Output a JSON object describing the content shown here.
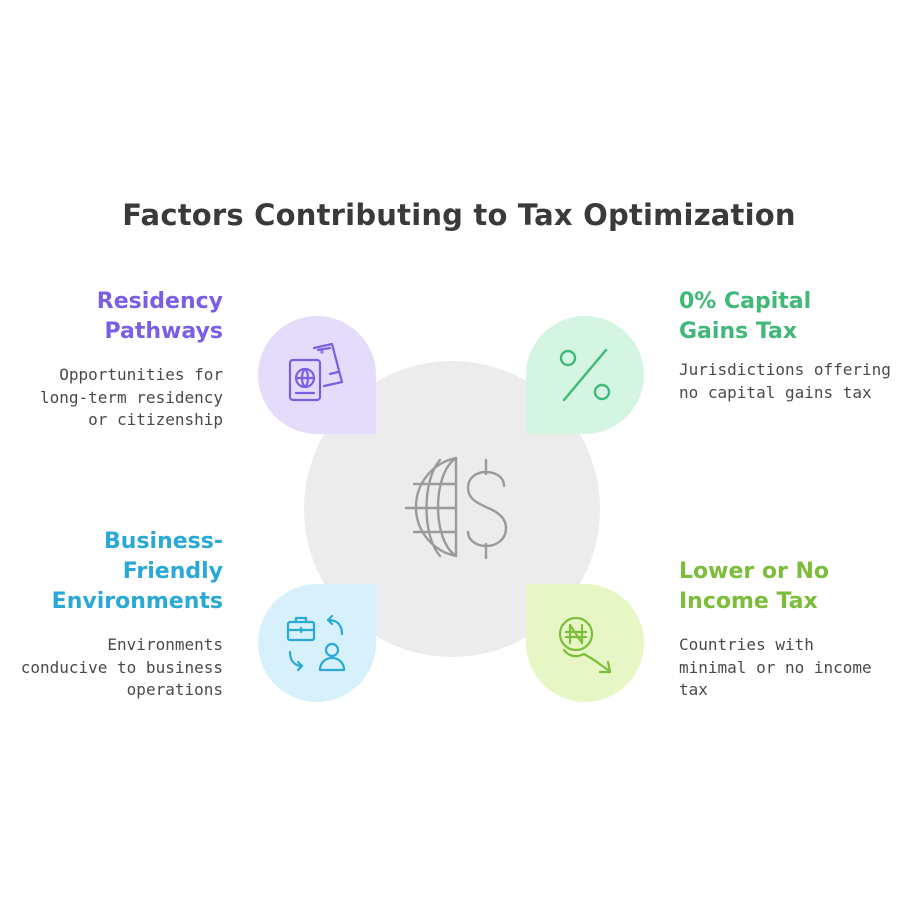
{
  "title": "Factors Contributing to Tax Optimization",
  "colors": {
    "title": "#3a3a3a",
    "center_circle": "#ececec",
    "residency": "#7a5ee6",
    "capital_gains": "#3fb878",
    "business": "#2aa8d6",
    "income_tax": "#7cbe3a"
  },
  "center": {
    "icon": "globe-dollar-icon"
  },
  "items": [
    {
      "id": "residency",
      "heading": "Residency\nPathways",
      "description": "Opportunities for\nlong-term residency\nor citizenship",
      "icon": "passport-ticket-icon"
    },
    {
      "id": "capital_gains",
      "heading": "0% Capital\nGains Tax",
      "description": "Jurisdictions offering\nno capital gains tax",
      "icon": "percent-icon"
    },
    {
      "id": "business",
      "heading": "Business-\nFriendly\nEnvironments",
      "description": "Environments\nconducive to business\noperations",
      "icon": "briefcase-exchange-icon"
    },
    {
      "id": "income_tax",
      "heading": "Lower or No\nIncome Tax",
      "description": "Countries with\nminimal or no income\ntax",
      "icon": "coin-down-icon"
    }
  ]
}
